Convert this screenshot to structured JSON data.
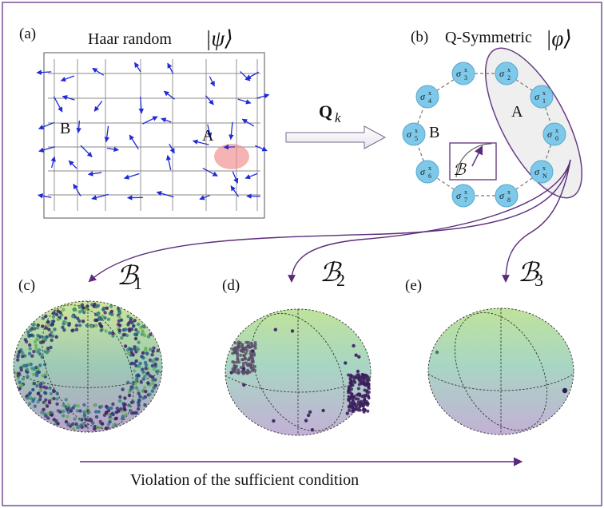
{
  "panel_a": {
    "label": "(a)",
    "title": "Haar random",
    "ket": "|ψ⟩",
    "region_a": "A",
    "region_b": "B"
  },
  "arrow_qk": {
    "label_main": "Q",
    "label_sub": "k"
  },
  "panel_b": {
    "label": "(b)",
    "title": "Q-Symmetric",
    "ket": "|φ⟩",
    "region_a": "A",
    "region_b": "B",
    "inset_label": "ℬ",
    "sites": [
      {
        "sym": "σ",
        "sup": "x",
        "sub": "3"
      },
      {
        "sym": "σ",
        "sup": "x",
        "sub": "2"
      },
      {
        "sym": "σ",
        "sup": "x",
        "sub": "4"
      },
      {
        "sym": "σ",
        "sup": "x",
        "sub": "1"
      },
      {
        "sym": "σ",
        "sup": "x",
        "sub": "5"
      },
      {
        "sym": "σ",
        "sup": "x",
        "sub": "0"
      },
      {
        "sym": "σ",
        "sup": "x",
        "sub": "6"
      },
      {
        "sym": "σ",
        "sup": "x",
        "sub": "N"
      },
      {
        "sym": "σ",
        "sup": "x",
        "sub": "7"
      },
      {
        "sym": "σ",
        "sup": "x",
        "sub": "8"
      }
    ]
  },
  "branches": [
    {
      "sym": "ℬ",
      "sub": "1"
    },
    {
      "sym": "ℬ",
      "sub": "2"
    },
    {
      "sym": "ℬ",
      "sub": "3"
    }
  ],
  "spheres": [
    {
      "label": "(c)"
    },
    {
      "label": "(d)"
    },
    {
      "label": "(e)"
    }
  ],
  "bottom": {
    "caption": "Violation of the sufficient condition"
  },
  "colors": {
    "frame": "#7b4f95",
    "arrow_purple": "#5b2b7a",
    "spin_blue": "#1f2bd6",
    "site_fill": "#7ec8ea",
    "highlight": "#f08a8a",
    "point_dark": "#3b1d5c"
  }
}
